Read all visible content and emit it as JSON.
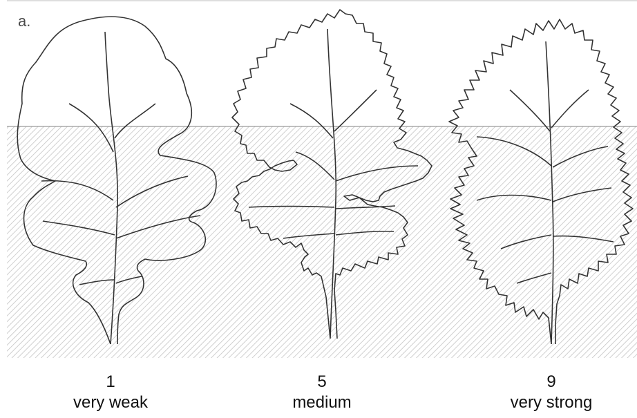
{
  "panel_label": "a.",
  "leaves": [
    {
      "score": "1",
      "label": "very weak"
    },
    {
      "score": "5",
      "label": "medium"
    },
    {
      "score": "9",
      "label": "very strong"
    }
  ],
  "colors": {
    "outline": "#333333",
    "hatch": "#c4c4c4",
    "baseline": "#9a9a9a"
  }
}
